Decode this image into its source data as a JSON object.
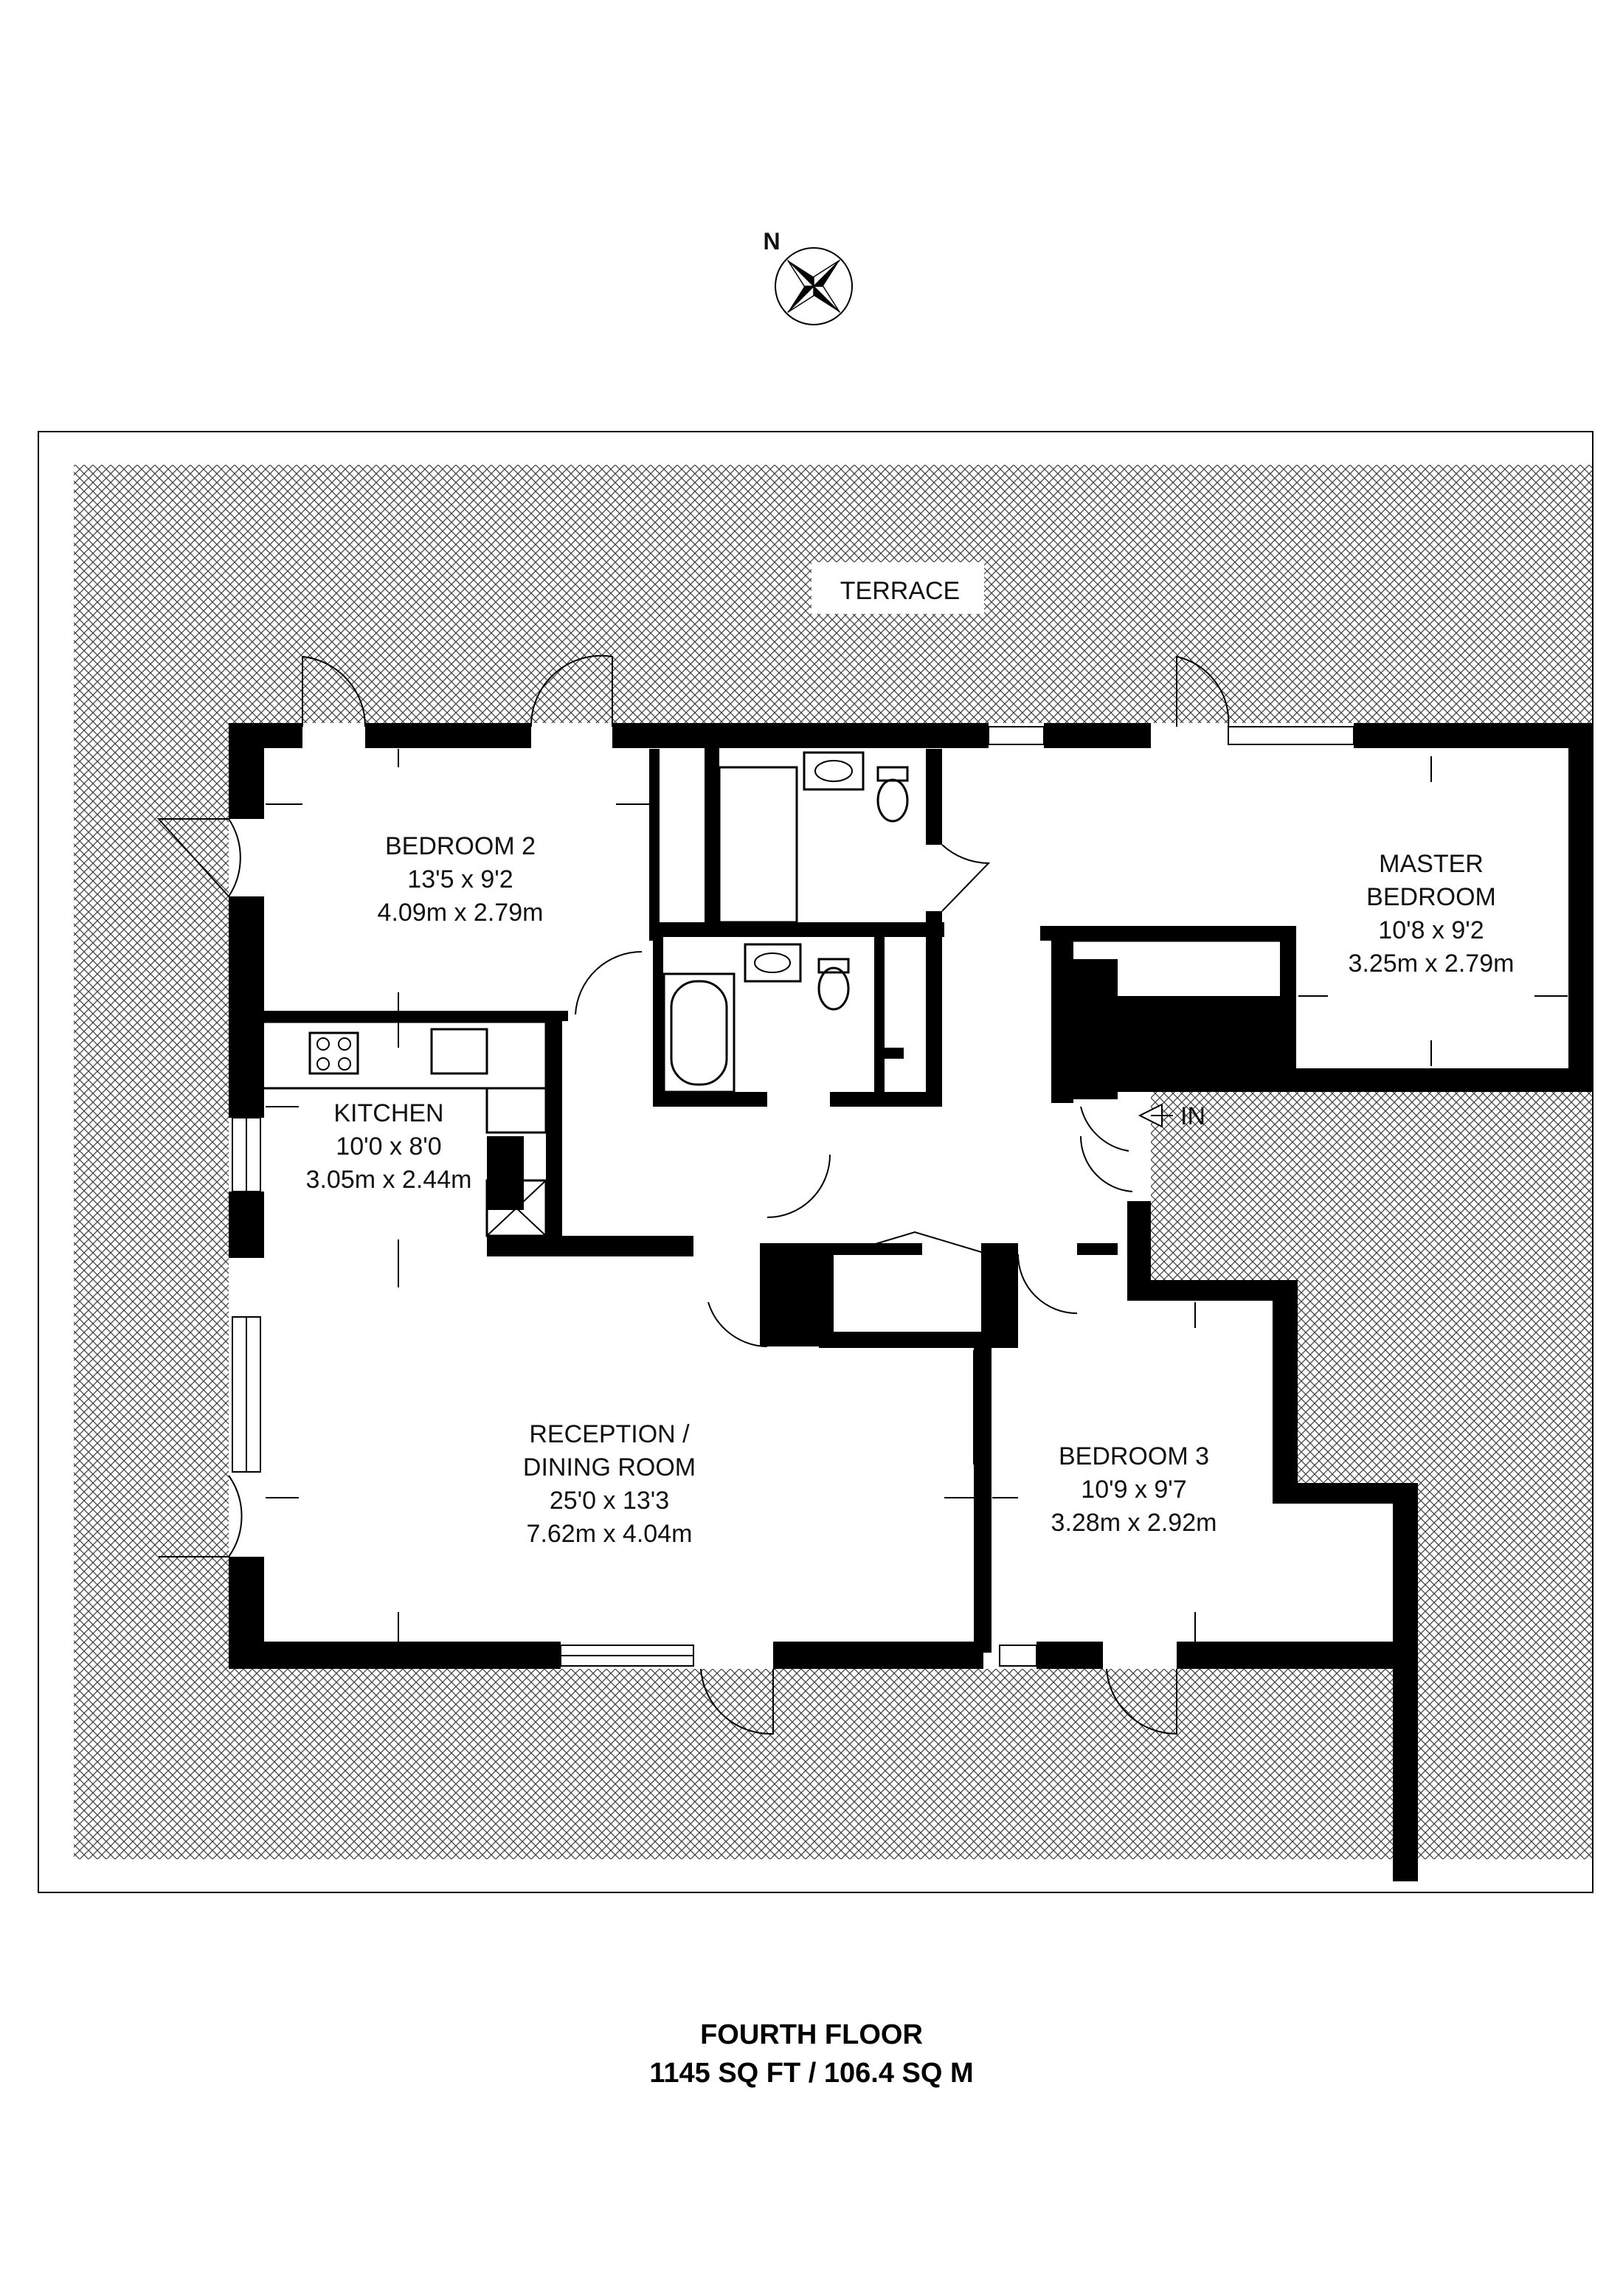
{
  "compass": {
    "label": "N",
    "icon": "compass-rose-icon"
  },
  "terrace": {
    "label": "TERRACE"
  },
  "rooms": {
    "bedroom2": {
      "name": "BEDROOM 2",
      "imperial": "13'5 x 9'2",
      "metric": "4.09m x 2.79m"
    },
    "master": {
      "name1": "MASTER",
      "name2": "BEDROOM",
      "imperial": "10'8 x 9'2",
      "metric": "3.25m x 2.79m"
    },
    "kitchen": {
      "name": "KITCHEN",
      "imperial": "10'0 x 8'0",
      "metric": "3.05m x 2.44m"
    },
    "reception": {
      "name1": "RECEPTION /",
      "name2": "DINING ROOM",
      "imperial": "25'0 x 13'3",
      "metric": "7.62m x 4.04m"
    },
    "bedroom3": {
      "name": "BEDROOM 3",
      "imperial": "10'9 x 9'7",
      "metric": "3.28m x 2.92m"
    }
  },
  "entrance": {
    "label": "IN"
  },
  "footer": {
    "floor": "FOURTH FLOOR",
    "area": "1145 SQ FT / 106.4 SQ M"
  }
}
